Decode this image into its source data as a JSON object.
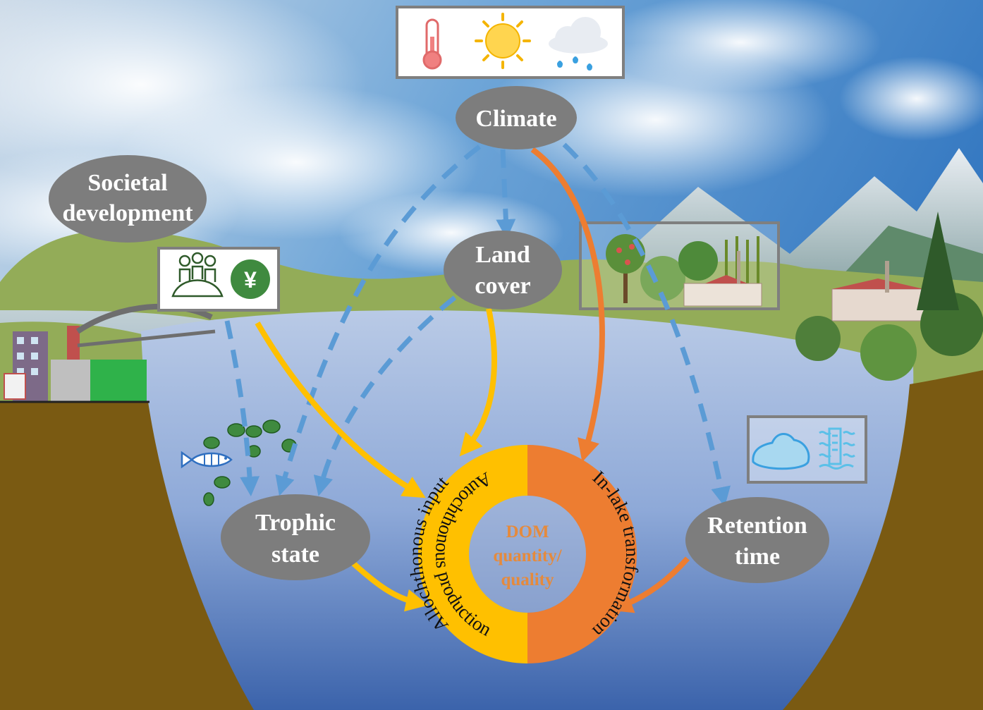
{
  "nodes": {
    "climate": {
      "label": "Climate"
    },
    "societal": {
      "line1": "Societal",
      "line2": "development"
    },
    "land_cover": {
      "line1": "Land",
      "line2": "cover"
    },
    "trophic": {
      "line1": "Trophic",
      "line2": "state"
    },
    "retention": {
      "line1": "Retention",
      "line2": "time"
    }
  },
  "center": {
    "title": "DOM",
    "line2": "quantity/",
    "line3": "quality",
    "outer_left": "Allochthonous input",
    "inner_left": "Autochthonous production",
    "right": "In-lake transformation"
  },
  "icons": {
    "climate_box": [
      "thermometer-icon",
      "sun-icon",
      "rain-cloud-icon"
    ],
    "society_box": [
      "population-icon",
      "yuan-coin-icon"
    ],
    "landcover_box": [
      "trees-icon",
      "crops-icon",
      "factory-icon"
    ],
    "retention_box": [
      "lake-icon",
      "water-gauge-icon"
    ],
    "currency_symbol": "¥"
  },
  "colors": {
    "ellipse": "#7D7D7D",
    "dashed_arrow": "#5B9BD5",
    "yellow_arrow": "#FFC000",
    "orange_arrow": "#ED7D31",
    "ring_left": "#FFC000",
    "ring_right": "#ED7D31",
    "soil": "#7A5A12",
    "lake_top": "#A9BEE0",
    "lake_bottom": "#3C66AD",
    "sky": "#3F88CC"
  }
}
